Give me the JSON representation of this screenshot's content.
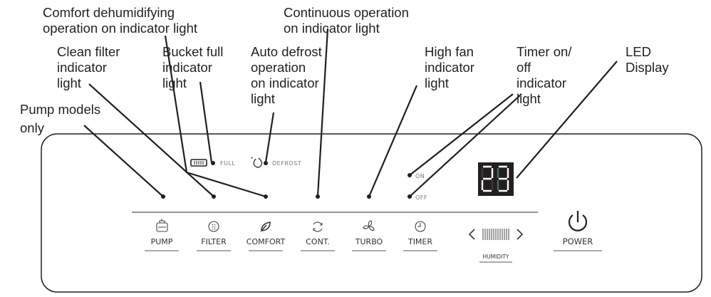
{
  "callouts": {
    "comfort": [
      "Comfort dehumidifying",
      "operation on indicator light"
    ],
    "continuous": [
      "Continuous operation",
      "on indicator light"
    ],
    "filter": [
      "Clean filter",
      "indicator",
      "light"
    ],
    "bucket": [
      "Bucket full",
      "indicator",
      "light"
    ],
    "defrost": [
      "Auto defrost",
      "operation",
      "on indicator",
      "light"
    ],
    "highfan": [
      "High fan",
      "indicator",
      "light"
    ],
    "timer": [
      "Timer on/",
      "off",
      "indicator",
      "light"
    ],
    "led": [
      "LED",
      "Display"
    ],
    "pump": [
      "Pump models",
      "only"
    ]
  },
  "indicators": {
    "full": "FULL",
    "defrost": "DEFROST",
    "on": "ON",
    "off": "OFF"
  },
  "buttons": {
    "pump": "PUMP",
    "filter": "FILTER",
    "comfort": "COMFORT",
    "cont": "CONT.",
    "turbo": "TURBO",
    "timer": "TIMER",
    "humidity": "HUMIDITY",
    "power": "POWER"
  },
  "colors": {
    "line": "#231f20",
    "display_bg": "#231f20"
  }
}
